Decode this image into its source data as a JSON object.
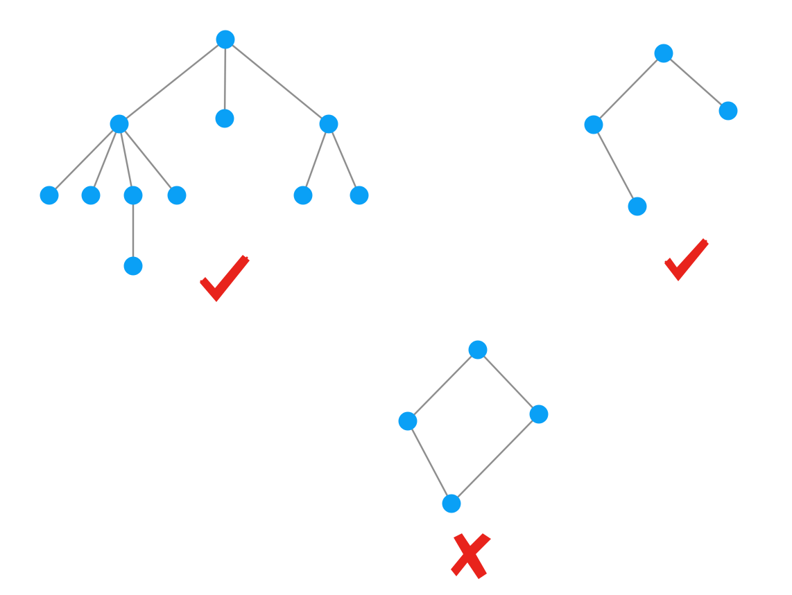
{
  "colors": {
    "node": "#0aa0f6",
    "edge": "#8c8c8c",
    "mark": "#e8231c",
    "background": "#ffffff"
  },
  "graphs": [
    {
      "id": "tree-large",
      "verdict": "check",
      "verdict_icon": "checkmark-icon",
      "nodes": [
        "root",
        "a",
        "b",
        "c",
        "a1",
        "a2",
        "a3",
        "a4",
        "a3x",
        "c1",
        "c2"
      ],
      "edges": [
        [
          "root",
          "a"
        ],
        [
          "root",
          "b"
        ],
        [
          "root",
          "c"
        ],
        [
          "a",
          "a1"
        ],
        [
          "a",
          "a2"
        ],
        [
          "a",
          "a3"
        ],
        [
          "a",
          "a4"
        ],
        [
          "a3",
          "a3x"
        ],
        [
          "c",
          "c1"
        ],
        [
          "c",
          "c2"
        ]
      ]
    },
    {
      "id": "tree-small",
      "verdict": "check",
      "verdict_icon": "checkmark-icon",
      "nodes": [
        "root",
        "left",
        "right",
        "left1"
      ],
      "edges": [
        [
          "root",
          "left"
        ],
        [
          "root",
          "right"
        ],
        [
          "left",
          "left1"
        ]
      ]
    },
    {
      "id": "cycle",
      "verdict": "cross",
      "verdict_icon": "cross-icon",
      "nodes": [
        "top",
        "left",
        "right",
        "bottom"
      ],
      "edges": [
        [
          "top",
          "left"
        ],
        [
          "top",
          "right"
        ],
        [
          "left",
          "bottom"
        ],
        [
          "right",
          "bottom"
        ]
      ]
    }
  ]
}
